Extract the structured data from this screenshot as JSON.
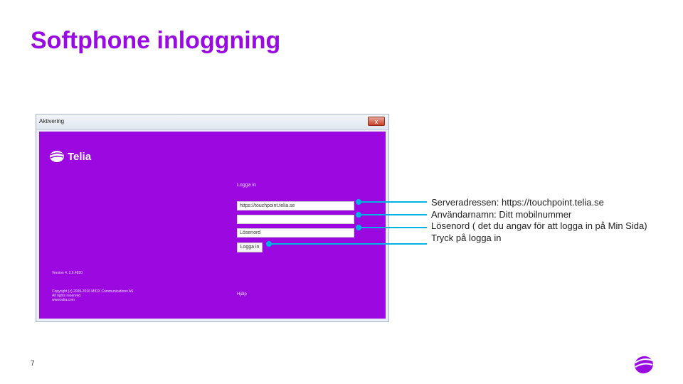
{
  "slide": {
    "title": "Softphone inloggning",
    "page_number": "7"
  },
  "window": {
    "title": "Aktivering",
    "close_glyph": "x"
  },
  "app": {
    "logo_text": "Telia",
    "login_heading": "Logga in",
    "server_value": "https://touchpoint.telia.se",
    "password_value": "Lösenord",
    "login_button": "Logga in",
    "version": "Version 4. 2.6.4820",
    "copyright_lines": [
      "Copyright (c) 2009-2016 MIOX Communications AS",
      "All rights reserved.",
      "www.telia.com"
    ],
    "help_link": "Hjälp"
  },
  "callouts": {
    "lines": [
      "Serveradressen: https://touchpoint.telia.se",
      "Användarnamn: Ditt mobilnummer",
      "Lösenord ( det du angav för att logga in på Min Sida)",
      "Tryck på logga in"
    ],
    "color": "#00b3e3"
  },
  "colors": {
    "brand_purple": "#990ae3",
    "title_purple": "#990ae3"
  },
  "icons": {
    "logo": "telia-pebble-icon",
    "close": "close-icon"
  }
}
